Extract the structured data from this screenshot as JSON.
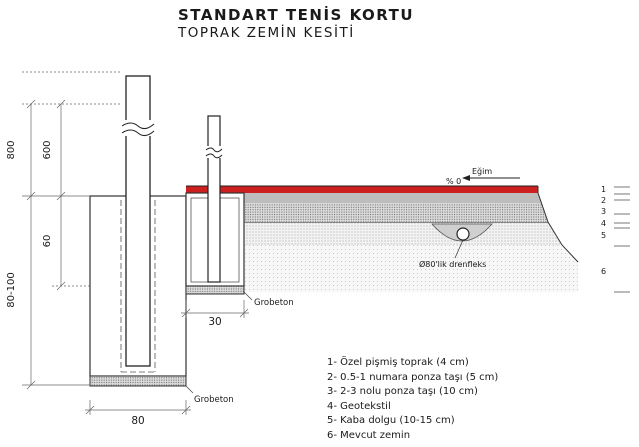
{
  "title": "STANDART TENİS KORTU",
  "subtitle": "TOPRAK ZEMİN KESİTİ",
  "dimensions": {
    "d800": "800",
    "d600": "600",
    "d60": "60",
    "d80_100": "80-100",
    "d30": "30",
    "d80": "80"
  },
  "annotations": {
    "slope": "Eğim",
    "percent": "% 0",
    "drain": "Ø80'lik drenfleks",
    "grobeton_upper": "Grobeton",
    "grobeton_lower": "Grobeton"
  },
  "layer_numbers": [
    "1",
    "2",
    "3",
    "4",
    "5",
    "6"
  ],
  "legend": [
    "1- Özel pişmiş toprak (4 cm)",
    "2- 0.5-1 numara ponza taşı (5 cm)",
    "3- 2-3 nolu ponza taşı (10 cm)",
    "4- Geotekstil",
    "5- Kaba dolgu (10-15 cm)",
    "6- Mevcut zemin"
  ],
  "colors": {
    "clay_layer": "#cc1f1f",
    "line": "#333333",
    "grobeton": "#8a8a8a"
  }
}
